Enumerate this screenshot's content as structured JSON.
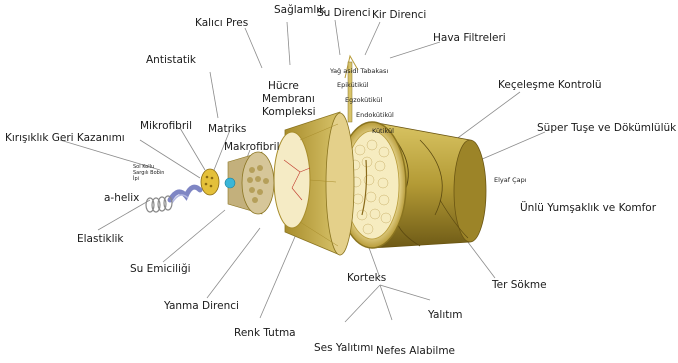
{
  "labels": {
    "saglamlik": "Sağlamlık",
    "su_direnci": "Su Direnci",
    "kir_direnci": "Kir Direnci",
    "kalici_pres": "Kalıcı Pres",
    "hava_filtreleri": "Hava Filtreleri",
    "yag_asidi": "Yağ asidi Tabakası",
    "epikutikul": "Epikütikül",
    "egzokutikul": "Egzokütikül",
    "endokutikul": "Endokütikül",
    "kutikul": "Kütikül",
    "antistatik": "Antistatik",
    "hucre_membrani_1": "Hücre",
    "hucre_membrani_2": "Membranı",
    "hucre_membrani_3": "Kompleksi",
    "kecelesme": "Keçeleşme Kontrolü",
    "super_tuse": "Süper Tuşe ve Dökümlülük",
    "kirisiklik": "Kırışıklık Geri Kazanımı",
    "mikrofibril": "Mikrofibril",
    "matriks": "Matriks",
    "makrofibril": "Makrofibril",
    "sol_kollu": "Sol Kollu Sargılı Bobin İpi",
    "a_helix": "a-helix",
    "lif_capi": "Elyaf Çapı",
    "unlu": "Ünlü Yumşaklık ve Komfor",
    "elastiklik": "Elastiklik",
    "su_emiciligi": "Su Emiciliği",
    "yanma_direnci": "Yanma Direnci",
    "korteks": "Korteks",
    "ter_sokme": "Ter Sökme",
    "yalitim": "Yalıtım",
    "renk_tutma": "Renk Tutma",
    "ses_yalitimi": "Ses Yalıtımı",
    "nefes_alabilme": "Nefes Alabilme"
  },
  "colors": {
    "fiber_gold": "#c8b04a",
    "fiber_dark": "#8a7420",
    "cortex_light": "#f3e7b0",
    "leader_line": "#888888",
    "helix_blue": "#7f86c4",
    "accent_cyan": "#3ab6d8",
    "accent_red": "#c0392b"
  }
}
